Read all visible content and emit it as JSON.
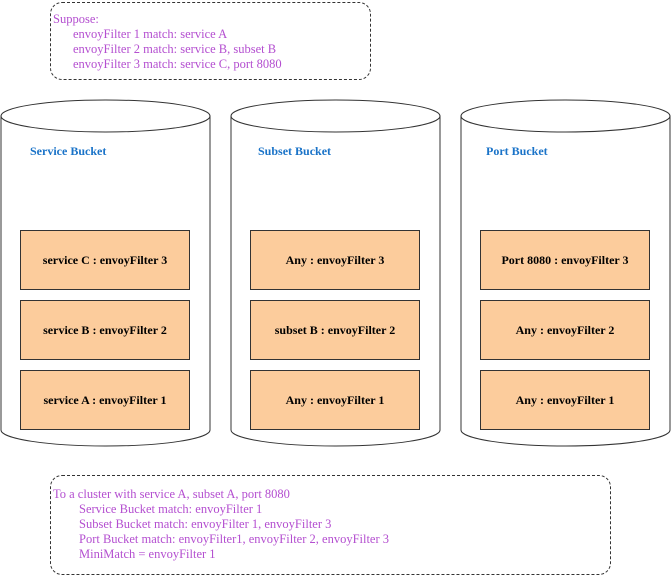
{
  "suppose_note": {
    "lines": [
      "Suppose:",
      "envoyFilter 1 match: service A",
      "envoyFilter 2 match: service B, subset B",
      "envoyFilter 3 match: service C, port 8080"
    ]
  },
  "buckets": [
    {
      "title": "Service Bucket",
      "entries": [
        "service C : envoyFilter 3",
        "service B : envoyFilter 2",
        "service A : envoyFilter 1"
      ]
    },
    {
      "title": "Subset Bucket",
      "entries": [
        "Any : envoyFilter 3",
        "subset B : envoyFilter 2",
        "Any : envoyFilter 1"
      ]
    },
    {
      "title": "Port Bucket",
      "entries": [
        "Port 8080 : envoyFilter 3",
        "Any : envoyFilter 2",
        "Any : envoyFilter 1"
      ]
    }
  ],
  "result_note": {
    "lines": [
      "To a cluster with service A, subset A, port 8080",
      "Service Bucket match: envoyFilter 1",
      "Subset Bucket match: envoyFilter 1, envoyFilter 3",
      "Port Bucket match: envoyFilter1, envoyFilter 2, envoyFilter 3",
      "MiniMatch = envoyFilter 1"
    ]
  },
  "colors": {
    "note_text": "#b44fd0",
    "bucket_title": "#1a73c8",
    "entry_fill": "#fccc9c"
  }
}
